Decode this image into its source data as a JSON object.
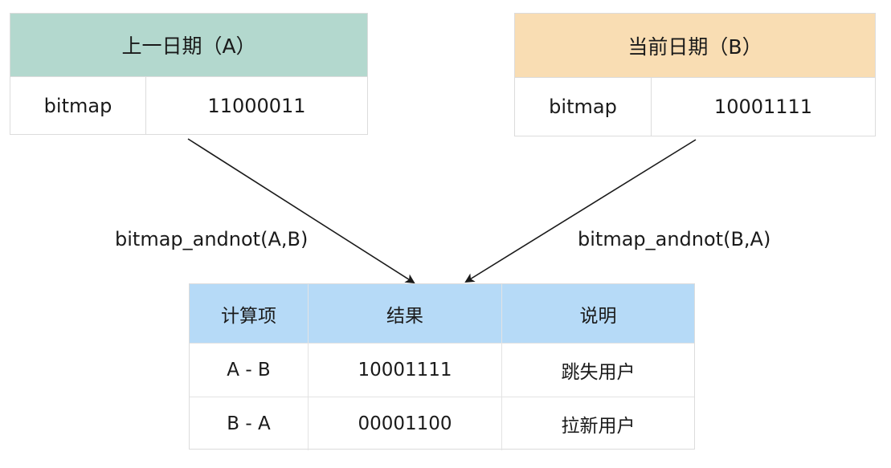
{
  "table_a": {
    "header": "上一日期（A）",
    "row_label": "bitmap",
    "row_value": "11000011"
  },
  "table_b": {
    "header": "当前日期（B）",
    "row_label": "bitmap",
    "row_value": "10001111"
  },
  "operations": {
    "a_minus_b": "bitmap_andnot(A,B)",
    "b_minus_a": "bitmap_andnot(B,A)"
  },
  "result_table": {
    "headers": [
      "计算项",
      "结果",
      "说明"
    ],
    "rows": [
      [
        "A - B",
        "10001111",
        "跳失用户"
      ],
      [
        "B - A",
        "00001100",
        "拉新用户"
      ]
    ]
  },
  "colors": {
    "table_a_header": "#b3d8ce",
    "table_b_header": "#f9ddb3",
    "result_header": "#b6daf7",
    "arrow": "#1a1a1a"
  }
}
